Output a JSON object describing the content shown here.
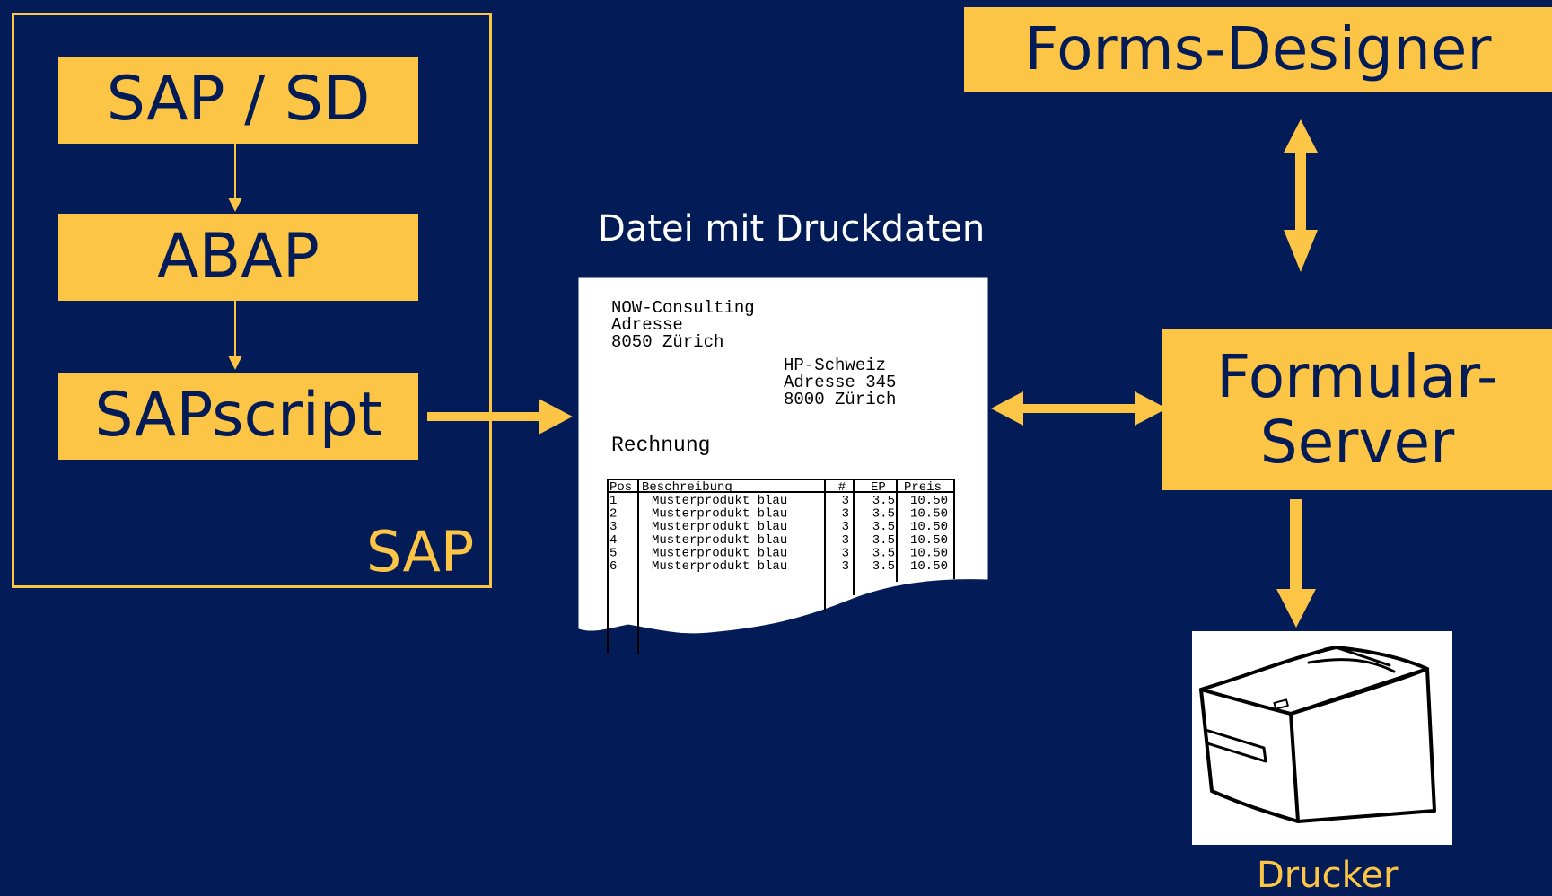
{
  "sap_group": {
    "label": "SAP",
    "boxes": [
      "SAP / SD",
      "ABAP",
      "SAPscript"
    ]
  },
  "forms_designer": "Forms-Designer",
  "formular_server": {
    "line1": "Formular-",
    "line2": "Server"
  },
  "drucker": "Drucker",
  "document": {
    "title": "Datei mit Druckdaten",
    "sender": [
      "NOW-Consulting",
      "Adresse",
      "8050 Zürich"
    ],
    "recipient": [
      "HP-Schweiz",
      "Adresse 345",
      "8000 Zürich"
    ],
    "heading": "Rechnung",
    "table": {
      "headers": [
        "Pos",
        "Beschreibung",
        "#",
        "EP",
        "Preis"
      ],
      "rows": [
        [
          "1",
          "Musterprodukt blau",
          "3",
          "3.5",
          "10.50"
        ],
        [
          "2",
          "Musterprodukt blau",
          "3",
          "3.5",
          "10.50"
        ],
        [
          "3",
          "Musterprodukt blau",
          "3",
          "3.5",
          "10.50"
        ],
        [
          "4",
          "Musterprodukt blau",
          "3",
          "3.5",
          "10.50"
        ],
        [
          "5",
          "Musterprodukt blau",
          "3",
          "3.5",
          "10.50"
        ],
        [
          "6",
          "Musterprodukt blau",
          "3",
          "3.5",
          "10.50"
        ]
      ]
    }
  },
  "colors": {
    "background": "#031c58",
    "accent": "#fcc545",
    "paper": "#ffffff"
  }
}
